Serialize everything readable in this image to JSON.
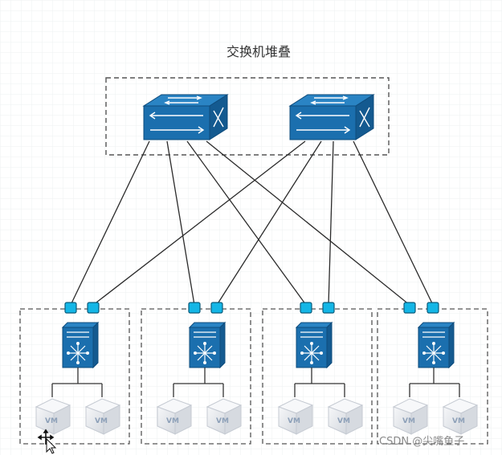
{
  "diagram": {
    "title": "交换机堆叠",
    "vm_label": "VM",
    "watermark": "CSDN @尖嘴鱼子",
    "colors": {
      "device": "#1b6fae",
      "device_dark": "#145a90",
      "port": "#14b6e6",
      "link": "#2b2b2b",
      "dashed_box": "#555555",
      "vm_box": "#e6e9ee"
    },
    "groups": [
      {
        "name": "group-1"
      },
      {
        "name": "group-2"
      },
      {
        "name": "group-3"
      },
      {
        "name": "group-4"
      }
    ]
  }
}
